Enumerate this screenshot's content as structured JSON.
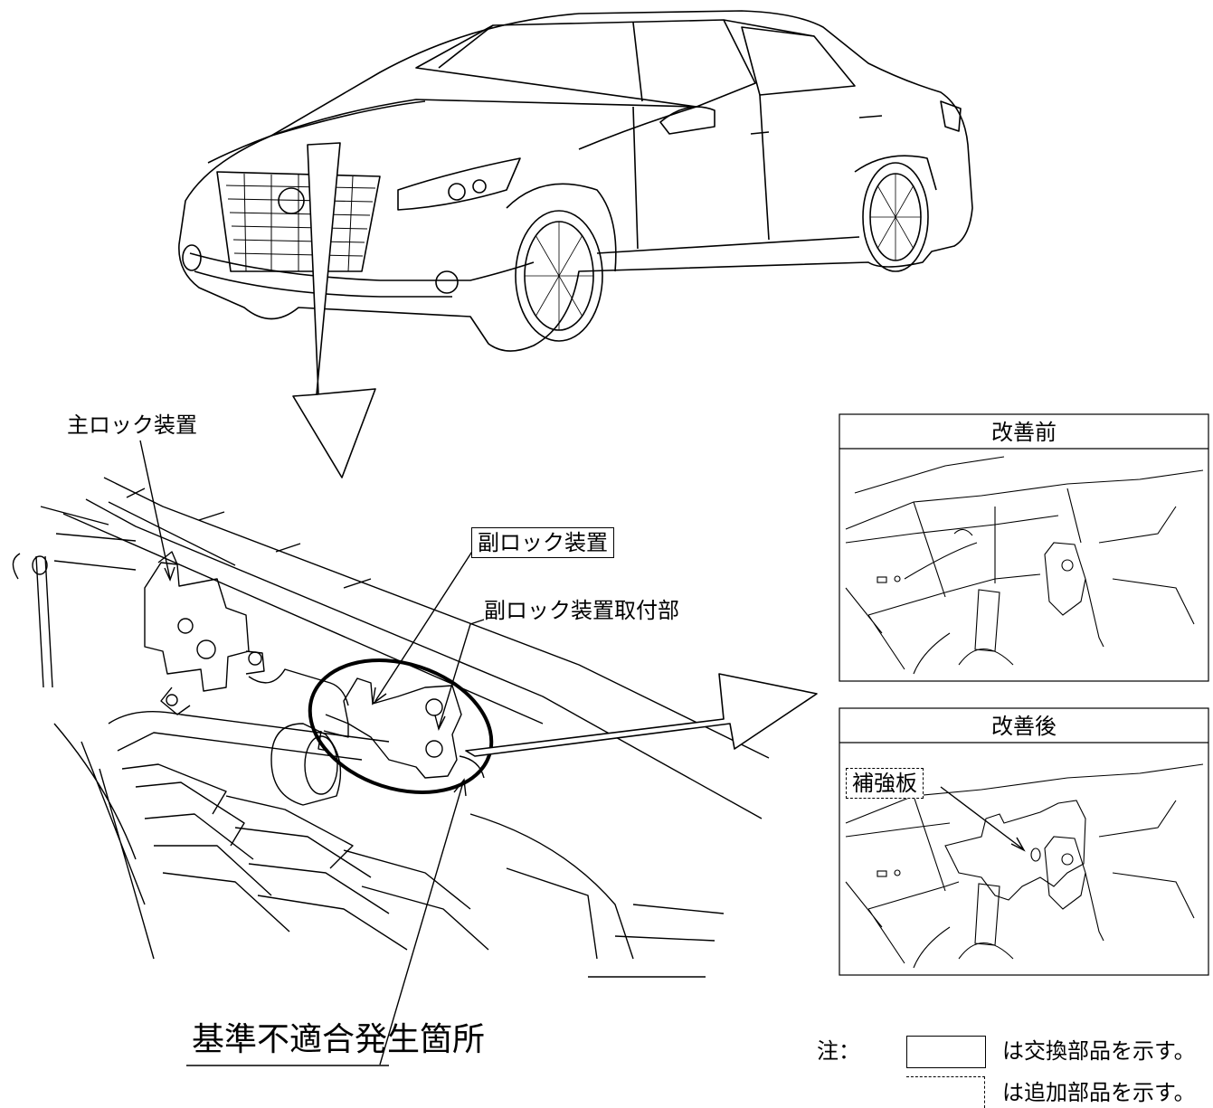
{
  "labels": {
    "main_lock": "主ロック装置",
    "sub_lock": "副ロック装置",
    "sub_lock_mount": "副ロック装置取付部",
    "nonconformity": "基準不適合発生箇所",
    "reinforcement": "補強板"
  },
  "panels": {
    "before_title": "改善前",
    "after_title": "改善後"
  },
  "legend": {
    "note_prefix": "注：",
    "replaced_text": "は交換部品を示す。",
    "added_text": "は追加部品を示す。"
  }
}
